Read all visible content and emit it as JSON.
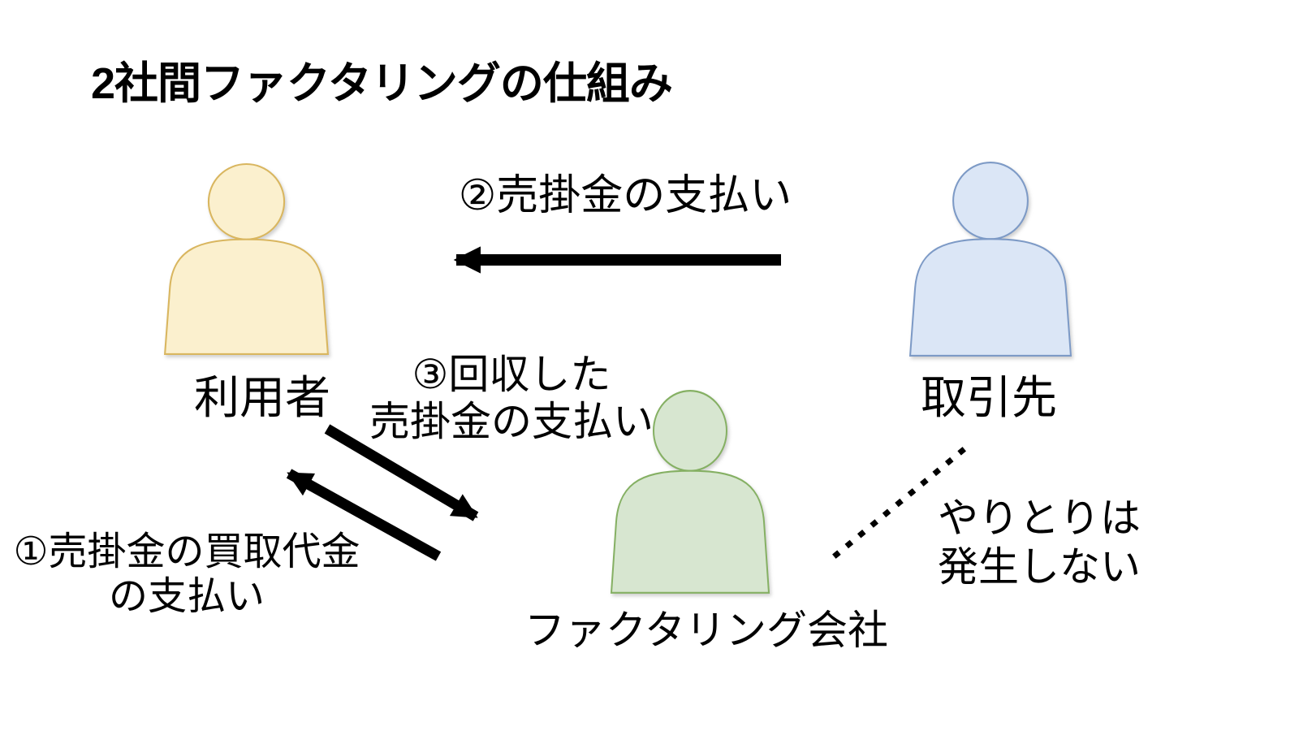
{
  "title": "2社間ファクタリングの仕組み",
  "actors": {
    "user": {
      "label": "利用者",
      "fill_color": "#FBF0CE",
      "border_color": "#D9B65F"
    },
    "client": {
      "label": "取引先",
      "fill_color": "#DBE6F6",
      "border_color": "#7D9AC6"
    },
    "factoring_company": {
      "label": "ファクタリング会社",
      "fill_color": "#D7E6D0",
      "border_color": "#85B063"
    }
  },
  "flows": [
    {
      "id": "step1",
      "label": "①売掛金の買取代金\nの支払い",
      "from": "factoring_company",
      "to": "user",
      "style": "solid-black-arrow"
    },
    {
      "id": "step2",
      "label": "②売掛金の支払い",
      "from": "client",
      "to": "user",
      "style": "solid-black-arrow"
    },
    {
      "id": "step3",
      "label": "③回収した\n売掛金の支払い",
      "from": "user",
      "to": "factoring_company",
      "style": "solid-black-arrow"
    }
  ],
  "note": {
    "label": "やりとりは\n発生しない",
    "between": [
      "client",
      "factoring_company"
    ],
    "style": "dotted-diamond-line"
  },
  "colors": {
    "arrow": "#000000",
    "text": "#000000",
    "background": "#FFFFFF"
  }
}
